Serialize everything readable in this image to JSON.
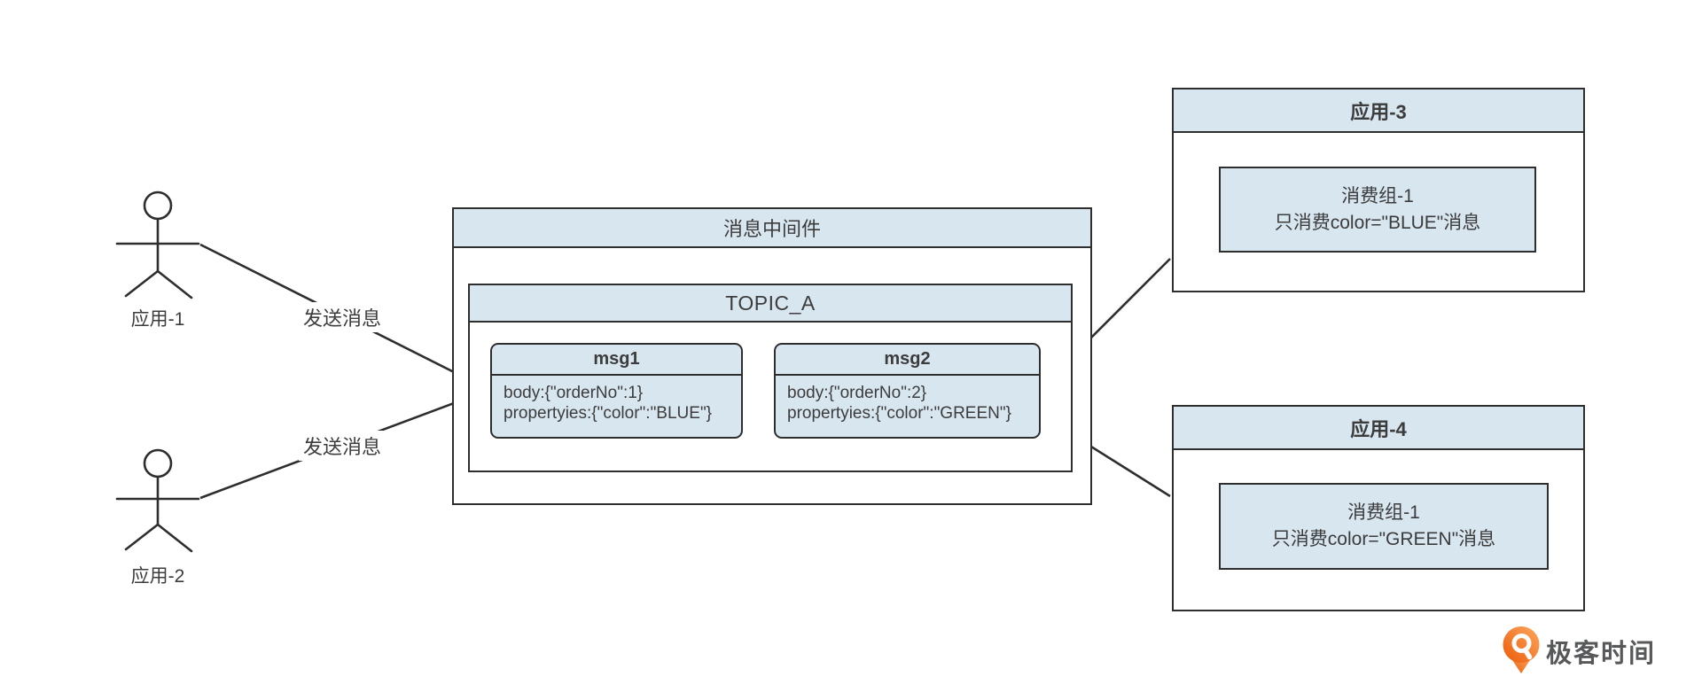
{
  "diagram": {
    "actors": [
      {
        "label": "应用-1",
        "send_label": "发送消息"
      },
      {
        "label": "应用-2",
        "send_label": "发送消息"
      }
    ],
    "middleware": {
      "title": "消息中间件",
      "topic": {
        "title": "TOPIC_A",
        "messages": [
          {
            "title": "msg1",
            "body_line": "body:{\"orderNo\":1}",
            "props_line": "propertyies:{\"color\":\"BLUE\"}"
          },
          {
            "title": "msg2",
            "body_line": "body:{\"orderNo\":2}",
            "props_line": "propertyies:{\"color\":\"GREEN\"}"
          }
        ]
      }
    },
    "consumer_apps": [
      {
        "title": "应用-3",
        "group_name": "消费组-1",
        "group_rule": "只消费color=\"BLUE\"消息"
      },
      {
        "title": "应用-4",
        "group_name": "消费组-1",
        "group_rule": "只消费color=\"GREEN\"消息"
      }
    ],
    "colors": {
      "box_fill": "#d8e6f0",
      "border": "#2e2e2e",
      "text": "#3c3c3c",
      "logo_orange": "#ee5a07"
    },
    "logo": {
      "text": "极客时间"
    }
  }
}
